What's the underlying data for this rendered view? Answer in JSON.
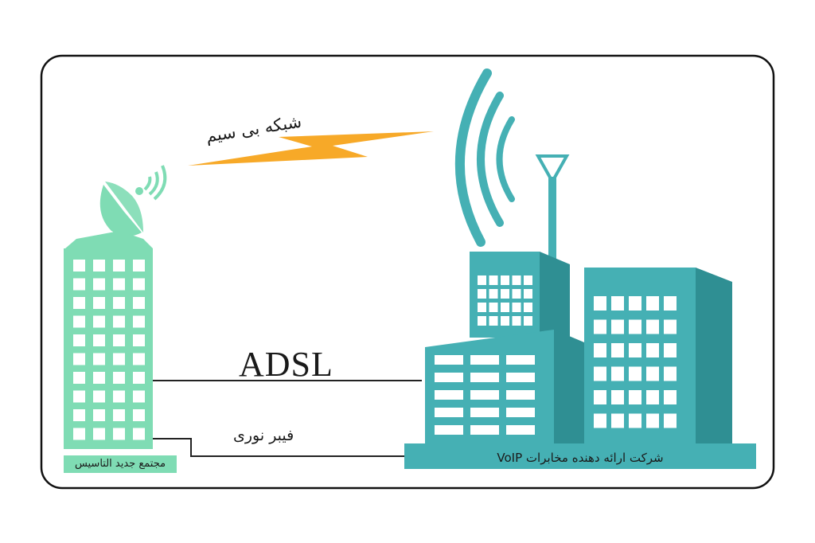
{
  "labels": {
    "wireless": "شبکه بی سیم",
    "adsl": "ADSL",
    "fiber": "فیبر نوری",
    "new_complex": "مجتمع جدید التاسیس",
    "provider": "شرکت ارائه دهنده مخابرات VoIP"
  },
  "colors": {
    "mint": "#7fdcb4",
    "teal": "#45b0b4",
    "teal_dark": "#2f8f93",
    "lightning": "#f7a928",
    "frame": "#111111",
    "line": "#222222"
  }
}
